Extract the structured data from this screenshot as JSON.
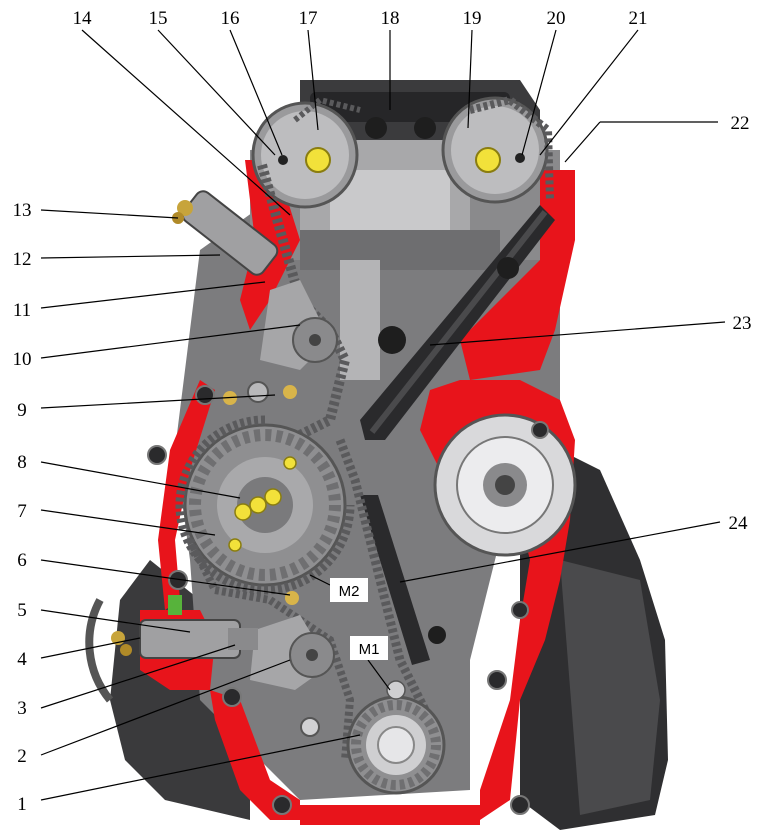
{
  "callouts": {
    "c1": "1",
    "c2": "2",
    "c3": "3",
    "c4": "4",
    "c5": "5",
    "c6": "6",
    "c7": "7",
    "c8": "8",
    "c9": "9",
    "c10": "10",
    "c11": "11",
    "c12": "12",
    "c13": "13",
    "c14": "14",
    "c15": "15",
    "c16": "16",
    "c17": "17",
    "c18": "18",
    "c19": "19",
    "c20": "20",
    "c21": "21",
    "c22": "22",
    "c23": "23",
    "c24": "24"
  },
  "markers": {
    "m1": "M1",
    "m2": "M2"
  },
  "colors": {
    "housing_red": "#e8141b",
    "casting_gray": "#7c7c7e",
    "dark_casting": "#2b2b2d",
    "light_metal": "#c9c9cb",
    "bolt_yellow": "#f2e13a",
    "spring_green": "#57b33b"
  }
}
